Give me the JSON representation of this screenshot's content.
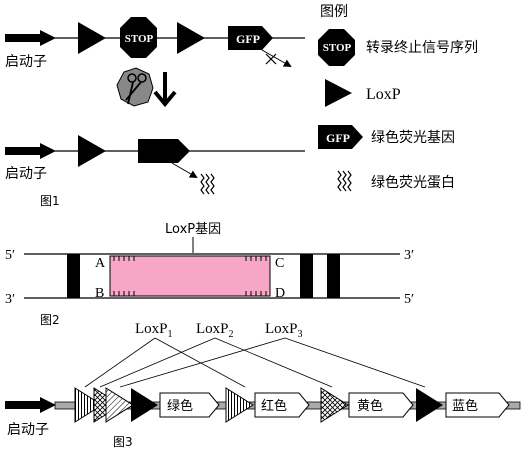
{
  "legend": {
    "title": "图例",
    "stop_desc": "转录终止信号序列",
    "loxp_desc": "LoxP",
    "gfp_desc": "绿色荧光基因",
    "protein_desc": "绿色荧光蛋白"
  },
  "symbols": {
    "stop": "STOP",
    "gfp": "GFP"
  },
  "fig1": {
    "promoter": "启动子",
    "promoter2": "启动子",
    "caption": "图1"
  },
  "fig2": {
    "gene_label": "LoxP基因",
    "end_top_left": "5′",
    "end_top_right": "3′",
    "end_bottom_left": "3′",
    "end_bottom_right": "5′",
    "a": "A",
    "b": "B",
    "c": "C",
    "d": "D",
    "caption": "图2"
  },
  "fig3": {
    "loxp_base": "LoxP",
    "loxp1_sub": "1",
    "loxp2_sub": "2",
    "loxp3_sub": "3",
    "promoter": "启动子",
    "genes": [
      "绿色",
      "红色",
      "黄色",
      "蓝色"
    ],
    "caption": "图3"
  }
}
